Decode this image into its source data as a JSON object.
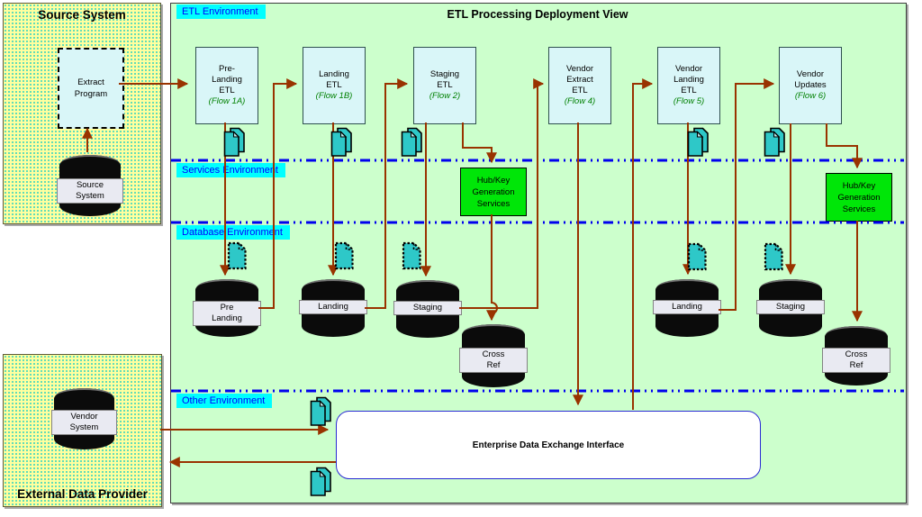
{
  "diagram": {
    "title": "ETL Processing Deployment View",
    "env_tag": "ETL Environment"
  },
  "environments": {
    "services": "Services Environment",
    "database": "Database Environment",
    "other": "Other  Environment"
  },
  "source_system": {
    "title": "Source System",
    "extract_program": {
      "lines": [
        "Extract",
        "Program"
      ]
    },
    "database": {
      "lines": [
        "Source",
        "System"
      ]
    }
  },
  "external_provider": {
    "title": "External Data Provider",
    "database": {
      "lines": [
        "Vendor",
        "System"
      ]
    }
  },
  "etl_boxes": [
    {
      "lines": [
        "Pre-",
        "Landing",
        "ETL"
      ],
      "flow": "(Flow 1A)"
    },
    {
      "lines": [
        "Landing",
        "ETL"
      ],
      "flow": "(Flow 1B)"
    },
    {
      "lines": [
        "Staging",
        "ETL"
      ],
      "flow": "(Flow 2)"
    },
    {
      "lines": [
        "Vendor",
        "Extract",
        "ETL"
      ],
      "flow": "(Flow 4)"
    },
    {
      "lines": [
        "Vendor",
        "Landing",
        "ETL"
      ],
      "flow": "(Flow 5)"
    },
    {
      "lines": [
        "Vendor",
        "Updates"
      ],
      "flow": "(Flow 6)"
    }
  ],
  "hub_services": {
    "lines": [
      "Hub/Key",
      "Generation",
      "Services"
    ]
  },
  "databases": {
    "pre_landing": {
      "lines": [
        "Pre",
        "Landing"
      ]
    },
    "landing1": {
      "lines": [
        "Landing"
      ]
    },
    "staging1": {
      "lines": [
        "Staging"
      ]
    },
    "cross_ref1": {
      "lines": [
        "Cross",
        "Ref"
      ]
    },
    "landing2": {
      "lines": [
        "Landing"
      ]
    },
    "staging2": {
      "lines": [
        "Staging"
      ]
    },
    "cross_ref2": {
      "lines": [
        "Cross",
        "Ref"
      ]
    }
  },
  "edei": {
    "label": "Enterprise Data Exchange Interface"
  },
  "colors": {
    "arrow": "#993300",
    "panel_green": "#CCFFCC",
    "process_cyan": "#D9F6F8",
    "env_label_bg": "#00FFFF",
    "env_label_text": "#0000FF",
    "hub_green": "#00E608",
    "group_yellow": "#FFFF9E",
    "doc_teal": "#2EC8C8",
    "separator_blue": "#0000EE",
    "edei_border": "#2A2AD4"
  }
}
